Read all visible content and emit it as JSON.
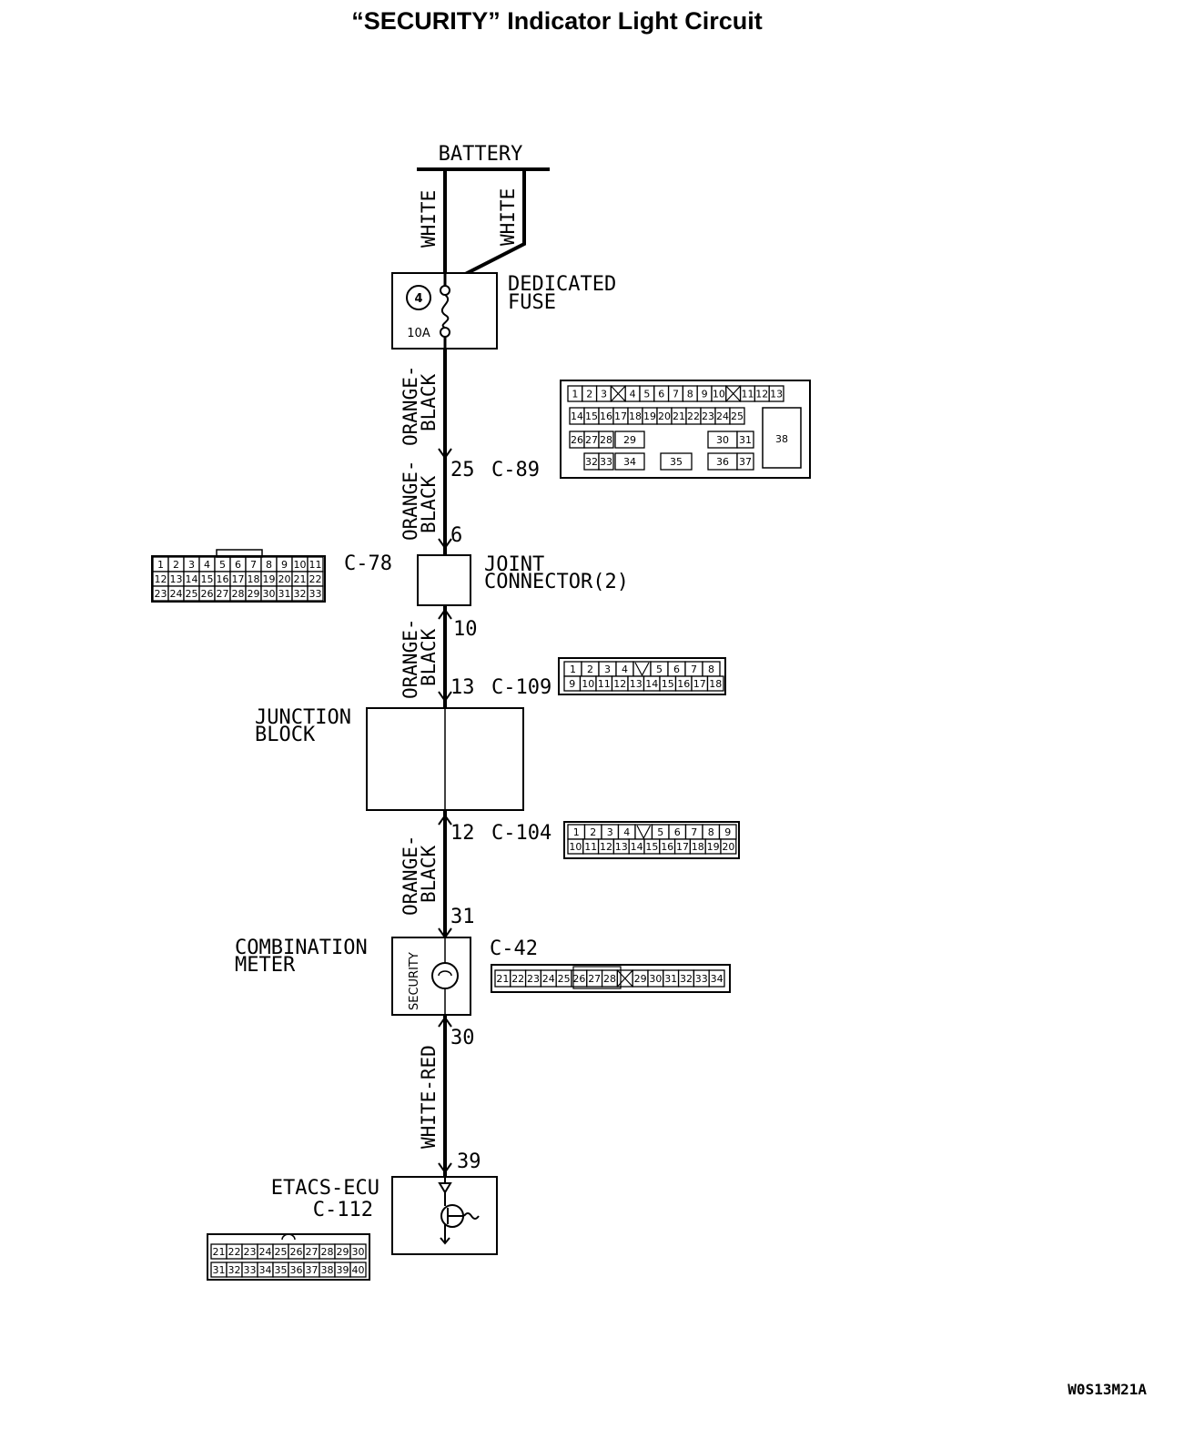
{
  "title": "“SECURITY” Indicator Light Circuit",
  "drawing_code": "W0S13M21A",
  "labels": {
    "battery": "BATTERY",
    "dedicated_fuse_1": "DEDICATED",
    "dedicated_fuse_2": "FUSE",
    "fuse_number": "4",
    "fuse_rating": "10A",
    "joint_connector_1": "JOINT",
    "joint_connector_2": "CONNECTOR(2)",
    "junction_block_1": "JUNCTION",
    "junction_block_2": "BLOCK",
    "combination_meter_1": "COMBINATION",
    "combination_meter_2": "METER",
    "security_lamp": "SECURITY",
    "etacs_ecu": "ETACS-ECU",
    "etacs_connector": "C-112"
  },
  "wires": {
    "white_left": "WHITE",
    "white_right": "WHITE",
    "orange_black_1a": "ORANGE-",
    "orange_black_1b": "BLACK",
    "orange_black_2a": "ORANGE-",
    "orange_black_2b": "BLACK",
    "orange_black_3a": "ORANGE-",
    "orange_black_3b": "BLACK",
    "orange_black_4a": "ORANGE-",
    "orange_black_4b": "BLACK",
    "white_red": "WHITE-RED"
  },
  "pins": {
    "p25": "25",
    "c89": "C-89",
    "p6": "6",
    "c78": "C-78",
    "p10": "10",
    "p13": "13",
    "c109": "C-109",
    "p12": "12",
    "c104": "C-104",
    "p31": "31",
    "c42": "C-42",
    "p30": "30",
    "p39": "39"
  },
  "connectors": {
    "c89": {
      "row1": [
        "1",
        "2",
        "3",
        "X",
        "4",
        "5",
        "6",
        "7",
        "8",
        "9",
        "10",
        "X",
        "11",
        "12",
        "13"
      ],
      "row2": [
        "14",
        "15",
        "16",
        "17",
        "18",
        "19",
        "20",
        "21",
        "22",
        "23",
        "24",
        "25"
      ],
      "row3": [
        "26",
        "27",
        "28",
        "29",
        "30",
        "31"
      ],
      "row4": [
        "32",
        "33",
        "34",
        "35",
        "36",
        "37"
      ],
      "big": "38"
    },
    "c78": {
      "row1": [
        "1",
        "2",
        "3",
        "4",
        "5",
        "6",
        "7",
        "8",
        "9",
        "10",
        "11"
      ],
      "row2": [
        "12",
        "13",
        "14",
        "15",
        "16",
        "17",
        "18",
        "19",
        "20",
        "21",
        "22"
      ],
      "row3": [
        "23",
        "24",
        "25",
        "26",
        "27",
        "28",
        "29",
        "30",
        "31",
        "32",
        "33"
      ]
    },
    "c109": {
      "row1": [
        "1",
        "2",
        "3",
        "4",
        "V",
        "5",
        "6",
        "7",
        "8"
      ],
      "row2": [
        "9",
        "10",
        "11",
        "12",
        "13",
        "14",
        "15",
        "16",
        "17",
        "18"
      ]
    },
    "c104": {
      "row1": [
        "1",
        "2",
        "3",
        "4",
        "V",
        "5",
        "6",
        "7",
        "8",
        "9"
      ],
      "row2": [
        "10",
        "11",
        "12",
        "13",
        "14",
        "15",
        "16",
        "17",
        "18",
        "19",
        "20"
      ]
    },
    "c42": {
      "row1": [
        "21",
        "22",
        "23",
        "24",
        "25",
        "26",
        "27",
        "28",
        "X",
        "29",
        "30",
        "31",
        "32",
        "33",
        "34"
      ]
    },
    "c112": {
      "row1": [
        "21",
        "22",
        "23",
        "24",
        "25",
        "26",
        "27",
        "28",
        "29",
        "30"
      ],
      "row2": [
        "31",
        "32",
        "33",
        "34",
        "35",
        "36",
        "37",
        "38",
        "39",
        "40"
      ]
    }
  }
}
